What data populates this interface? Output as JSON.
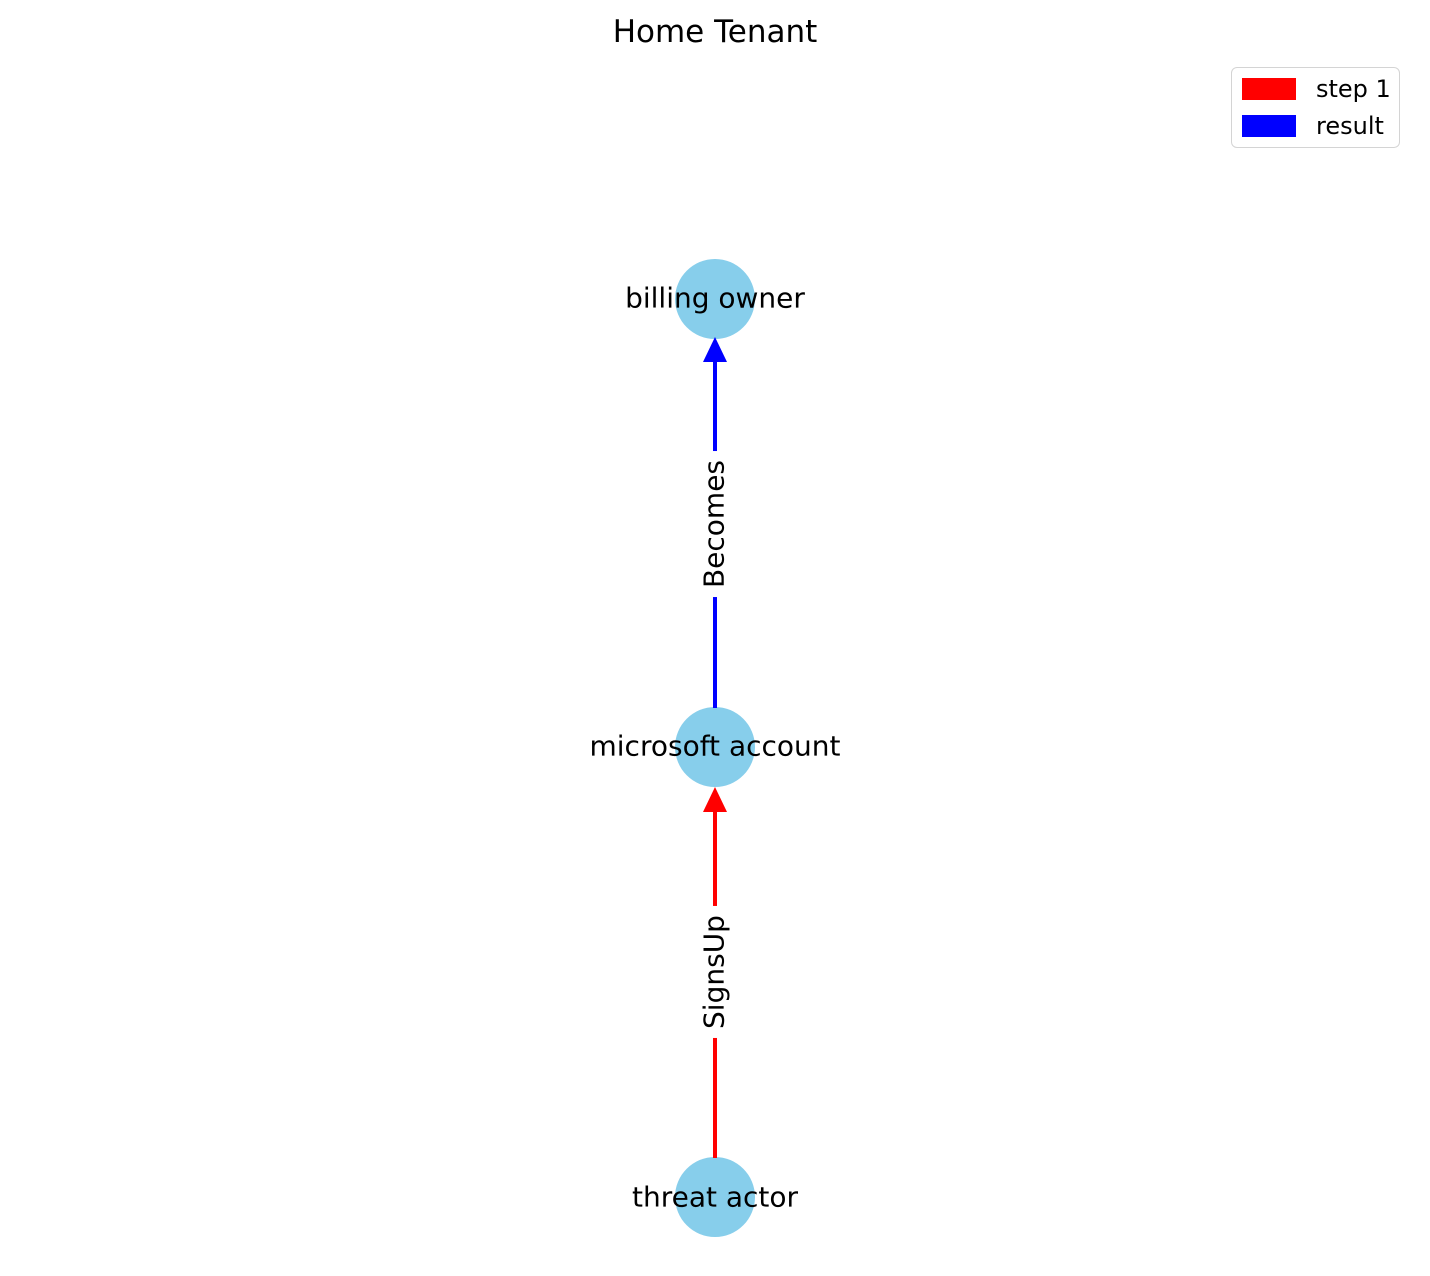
{
  "title": "Home Tenant",
  "legend": {
    "items": [
      {
        "label": "step 1",
        "color": "#ff0000"
      },
      {
        "label": "result",
        "color": "#0000ff"
      }
    ]
  },
  "graph": {
    "type": "directed-graph",
    "node_fill_color": "#87ceeb",
    "nodes": [
      {
        "id": "billing-owner",
        "label": "billing owner"
      },
      {
        "id": "microsoft-account",
        "label": "microsoft account"
      },
      {
        "id": "threat-actor",
        "label": "threat actor"
      }
    ],
    "edges": [
      {
        "source": "threat-actor",
        "target": "microsoft-account",
        "label": "SignsUp",
        "color": "#ff0000",
        "legend": "step 1"
      },
      {
        "source": "microsoft-account",
        "target": "billing-owner",
        "label": "Becomes",
        "color": "#0000ff",
        "legend": "result"
      }
    ]
  }
}
